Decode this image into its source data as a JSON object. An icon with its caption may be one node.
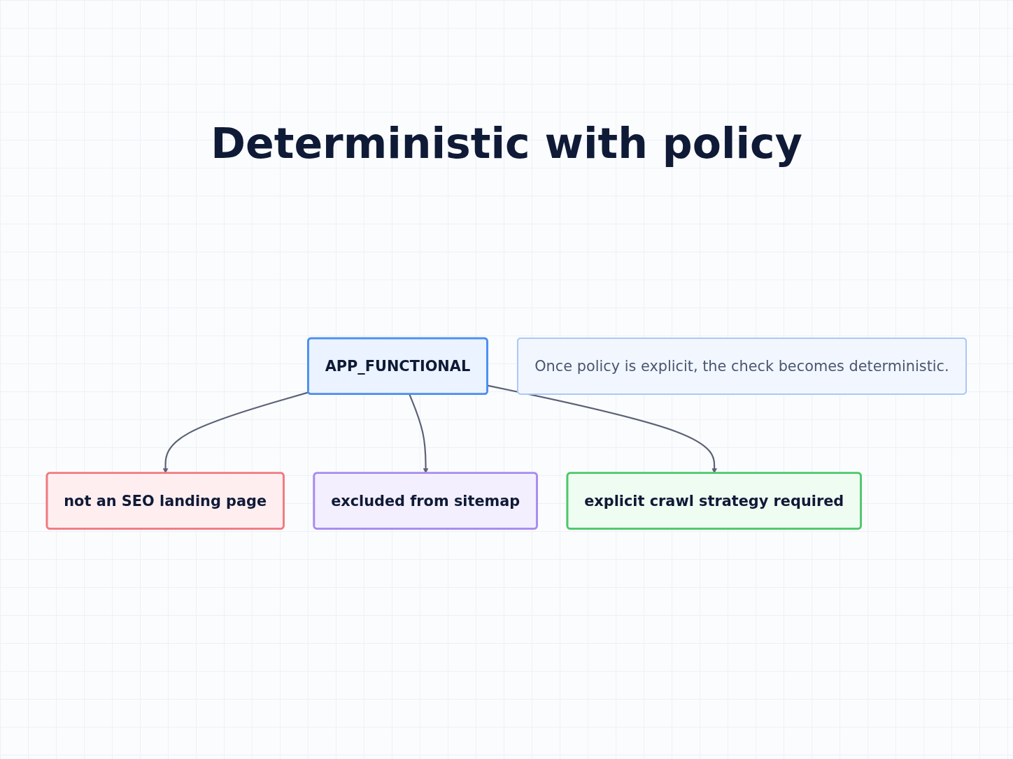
{
  "diagram": {
    "title": "Deterministic with policy",
    "nodes": [
      {
        "text": [
          "APP_FUNCTIONAL"
        ]
      },
      {
        "text": [
          "Once policy is explicit, the check becomes deterministic."
        ]
      },
      {
        "text": [
          "not an SEO landing page"
        ]
      },
      {
        "text": [
          "excluded from sitemap"
        ]
      },
      {
        "text": [
          "explicit crawl strategy required"
        ]
      }
    ],
    "edges": [
      {
        "from": 0,
        "to": 2,
        "arrow": "to"
      },
      {
        "from": 0,
        "to": 3,
        "arrow": "to"
      },
      {
        "from": 0,
        "to": 4,
        "arrow": "to"
      }
    ]
  }
}
